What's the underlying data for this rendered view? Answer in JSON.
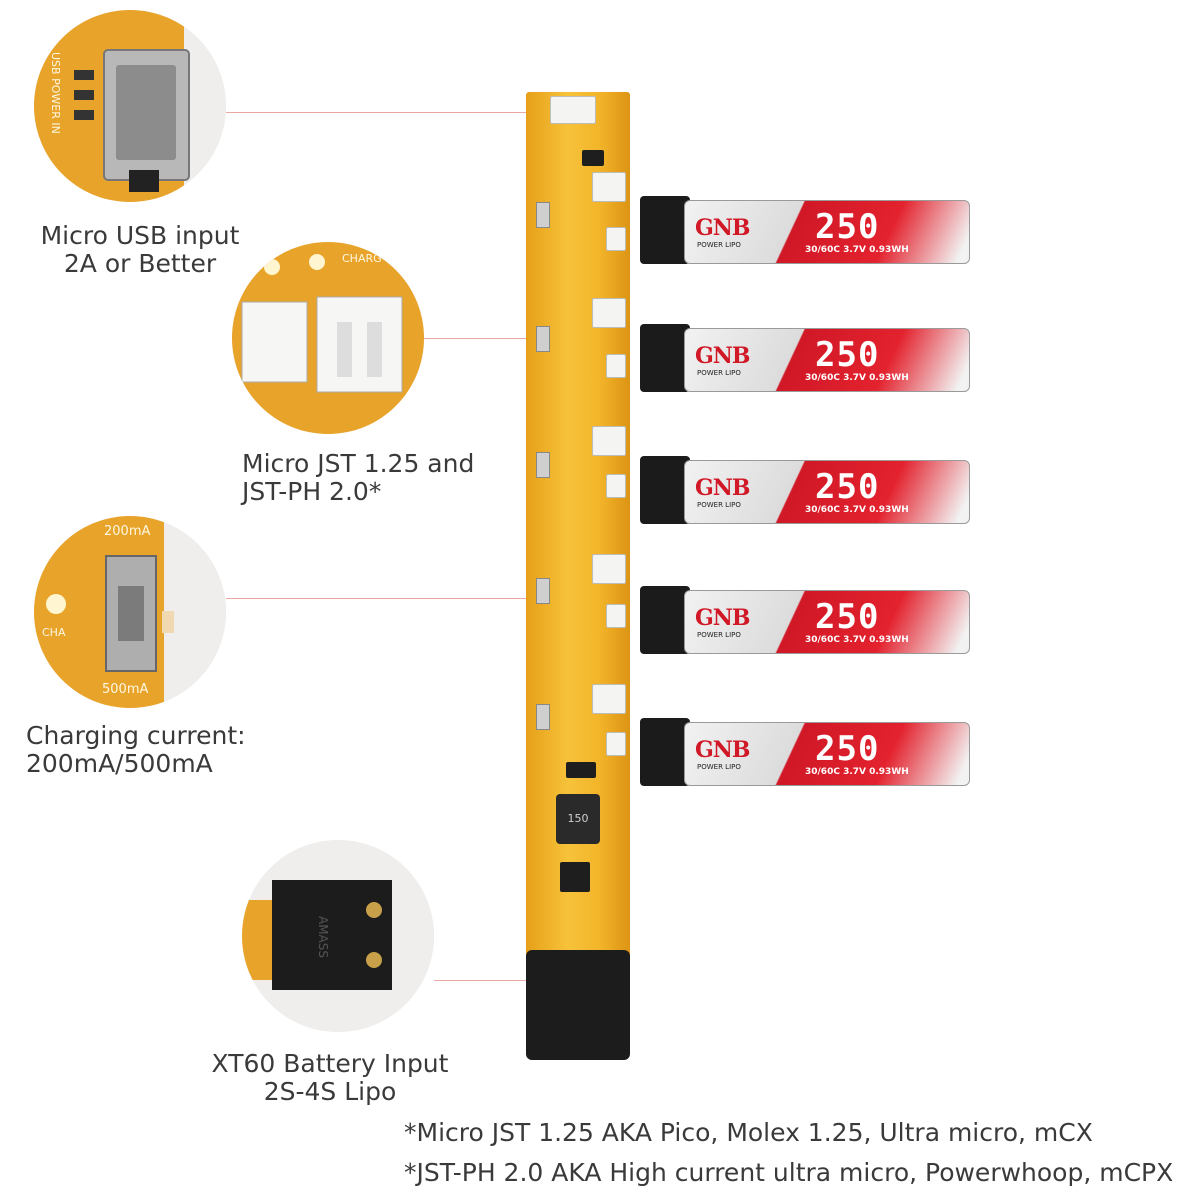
{
  "captions": {
    "usb_line1": "Micro USB input",
    "usb_line2": "2A or  Better",
    "jst_line1": "Micro JST 1.25 and",
    "jst_line2": "JST-PH 2.0*",
    "current_line1": "Charging current:",
    "current_line2": "200mA/500mA",
    "xt60_line1": "XT60 Battery Input",
    "xt60_line2": "2S-4S Lipo"
  },
  "footnotes": {
    "note1": "*Micro JST 1.25 AKA Pico, Molex 1.25, Ultra micro, mCX",
    "note2": "*JST-PH 2.0 AKA High current ultra micro, Powerwhoop, mCPX"
  },
  "closeups": {
    "usb_text": "USB POWER IN",
    "jst_text": "CHARG",
    "current_top": "200mA",
    "current_bottom": "500mA",
    "current_side": "CHA",
    "xt60_text": "AMASS"
  },
  "batteries": [
    {
      "logo": "GNB",
      "sub": "POWER LIPO",
      "capacity": "250",
      "spec": "30/60C 3.7V 0.93WH"
    },
    {
      "logo": "GNB",
      "sub": "POWER LIPO",
      "capacity": "250",
      "spec": "30/60C 3.7V 0.93WH"
    },
    {
      "logo": "GNB",
      "sub": "POWER LIPO",
      "capacity": "250",
      "spec": "30/60C 3.7V 0.93WH"
    },
    {
      "logo": "GNB",
      "sub": "POWER LIPO",
      "capacity": "250",
      "spec": "30/60C 3.7V 0.93WH"
    },
    {
      "logo": "GNB",
      "sub": "POWER LIPO",
      "capacity": "250",
      "spec": "30/60C 3.7V 0.93WH"
    }
  ],
  "board": {
    "inductor_label": "150"
  },
  "colors": {
    "board": "#f3b52a",
    "accent_red": "#e02020",
    "battery_red": "#d01826",
    "leader_line": "#e9a9a3"
  }
}
